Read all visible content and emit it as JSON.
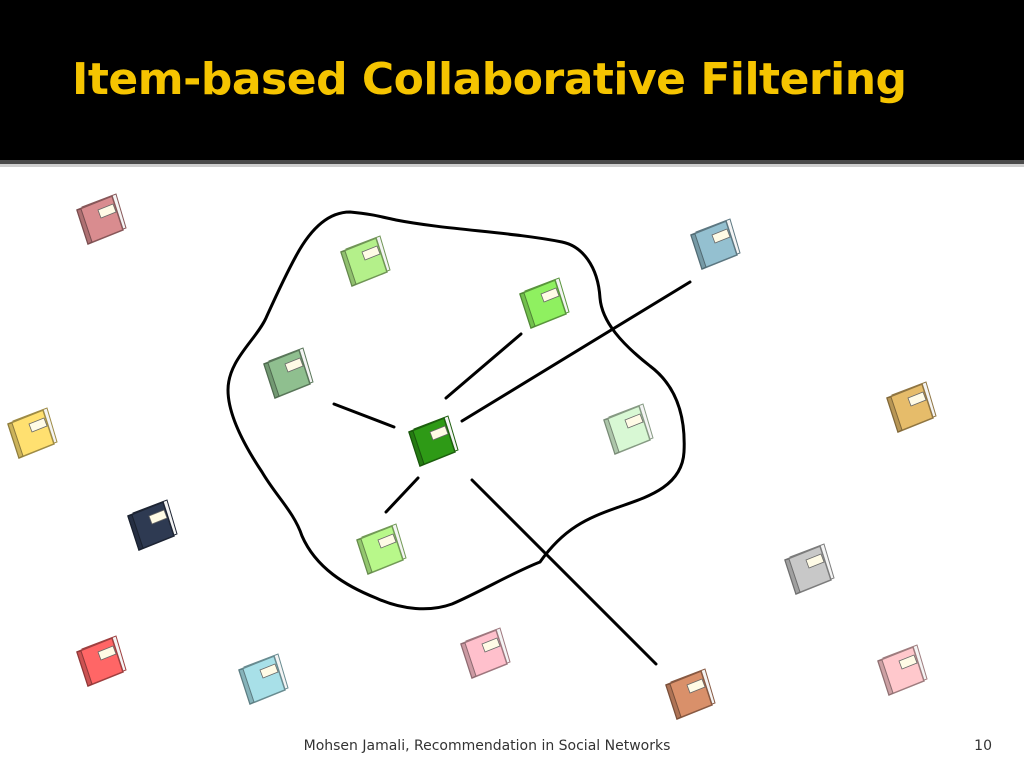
{
  "slide": {
    "title": "Item-based Collaborative Filtering",
    "footer": "Mohsen Jamali, Recommendation in Social Networks",
    "page_number": "10",
    "title_color": "#f5c400",
    "header_color": "#000000"
  },
  "diagram": {
    "center_item": {
      "icon": "book-icon",
      "color": "#2e9a16"
    },
    "cluster_items": [
      {
        "icon": "book-icon",
        "color": "#b4f08a",
        "linked": false
      },
      {
        "icon": "book-icon",
        "color": "#8ff060",
        "linked": true
      },
      {
        "icon": "book-icon",
        "color": "#8fbf8f",
        "linked": true
      },
      {
        "icon": "book-icon",
        "color": "#d8f8d4",
        "linked": false
      },
      {
        "icon": "book-icon",
        "color": "#b8f88a",
        "linked": true
      }
    ],
    "outside_items": [
      {
        "icon": "book-icon",
        "color": "#d98c8f"
      },
      {
        "icon": "book-icon",
        "color": "#94c0d0",
        "linked": true
      },
      {
        "icon": "book-icon",
        "color": "#ffe070"
      },
      {
        "icon": "book-icon",
        "color": "#e6bc6a"
      },
      {
        "icon": "book-icon",
        "color": "#2e3a52"
      },
      {
        "icon": "book-icon",
        "color": "#c8c8c8"
      },
      {
        "icon": "book-icon",
        "color": "#ff6666"
      },
      {
        "icon": "book-icon",
        "color": "#a8e0e8"
      },
      {
        "icon": "book-icon",
        "color": "#ffc0cc"
      },
      {
        "icon": "book-icon",
        "color": "#d9906a",
        "linked": true
      },
      {
        "icon": "book-icon",
        "color": "#ffc8cc"
      }
    ],
    "line_color": "#000000"
  }
}
